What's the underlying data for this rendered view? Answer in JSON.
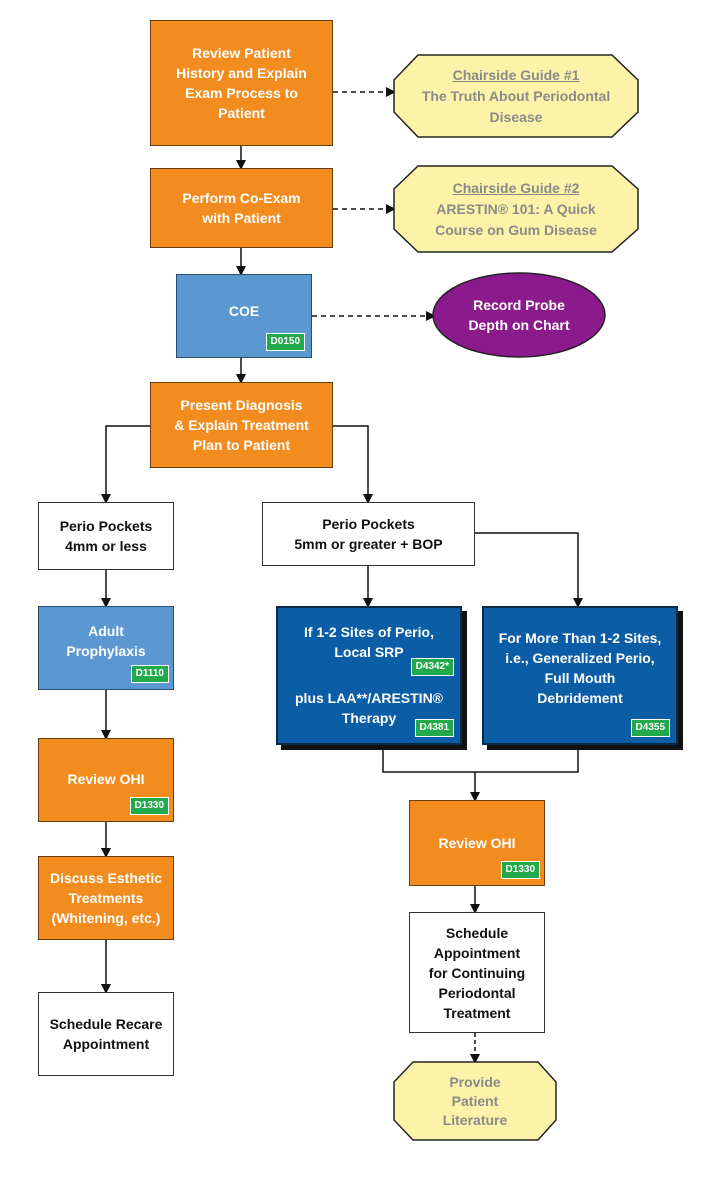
{
  "nodes": {
    "review_history": {
      "lines": [
        "Review Patient",
        "History and Explain",
        "Exam Process to",
        "Patient"
      ]
    },
    "co_exam": {
      "lines": [
        "Perform Co-Exam",
        "with Patient"
      ]
    },
    "coe": {
      "lines": [
        "COE"
      ],
      "code": "D0150"
    },
    "present_diagnosis": {
      "lines": [
        "Present Diagnosis",
        "& Explain Treatment",
        "Plan to Patient"
      ]
    },
    "pockets_4mm": {
      "lines": [
        "Perio Pockets",
        "4mm or less"
      ]
    },
    "pockets_5mm": {
      "lines": [
        "Perio Pockets",
        "5mm or greater + BOP"
      ]
    },
    "adult_prophy": {
      "lines": [
        "Adult",
        "Prophylaxis"
      ],
      "code": "D1110"
    },
    "review_ohi_left": {
      "lines": [
        "Review OHI"
      ],
      "code": "D1330"
    },
    "discuss_esthetic": {
      "lines": [
        "Discuss Esthetic",
        "Treatments",
        "(Whitening, etc.)"
      ]
    },
    "schedule_recare": {
      "lines": [
        "Schedule Recare",
        "Appointment"
      ]
    },
    "local_srp": {
      "lines_a": [
        "If 1-2 Sites of Perio,",
        "Local SRP"
      ],
      "code_a": "D4342*",
      "lines_b": [
        "plus LAA**/ARESTIN®",
        "Therapy"
      ],
      "code_b": "D4381"
    },
    "full_mouth": {
      "lines": [
        "For More Than 1-2 Sites,",
        "i.e., Generalized Perio,",
        "Full Mouth",
        "Debridement"
      ],
      "code": "D4355"
    },
    "review_ohi_right": {
      "lines": [
        "Review OHI"
      ],
      "code": "D1330"
    },
    "schedule_continuing": {
      "lines": [
        "Schedule",
        "Appointment",
        "for Continuing",
        "Periodontal",
        "Treatment"
      ]
    },
    "guide1": {
      "title": "Chairside Guide #1",
      "lines": [
        "The Truth About Periodontal",
        "Disease"
      ]
    },
    "guide2": {
      "title": "Chairside Guide #2",
      "lines": [
        "ARESTIN® 101: A Quick",
        "Course on Gum Disease"
      ]
    },
    "record_probe": {
      "lines": [
        "Record Probe",
        "Depth on Chart"
      ]
    },
    "provide_literature": {
      "lines": [
        "Provide",
        "Patient",
        "Literature"
      ]
    }
  },
  "colors": {
    "orange": "#f28c1e",
    "light_blue": "#5b98d2",
    "dark_blue": "#0b5da6",
    "green_code": "#22a94b",
    "pale_yellow": "#fdf3a8",
    "purple": "#8b1a8c",
    "gray_text": "#8a8a8a"
  }
}
